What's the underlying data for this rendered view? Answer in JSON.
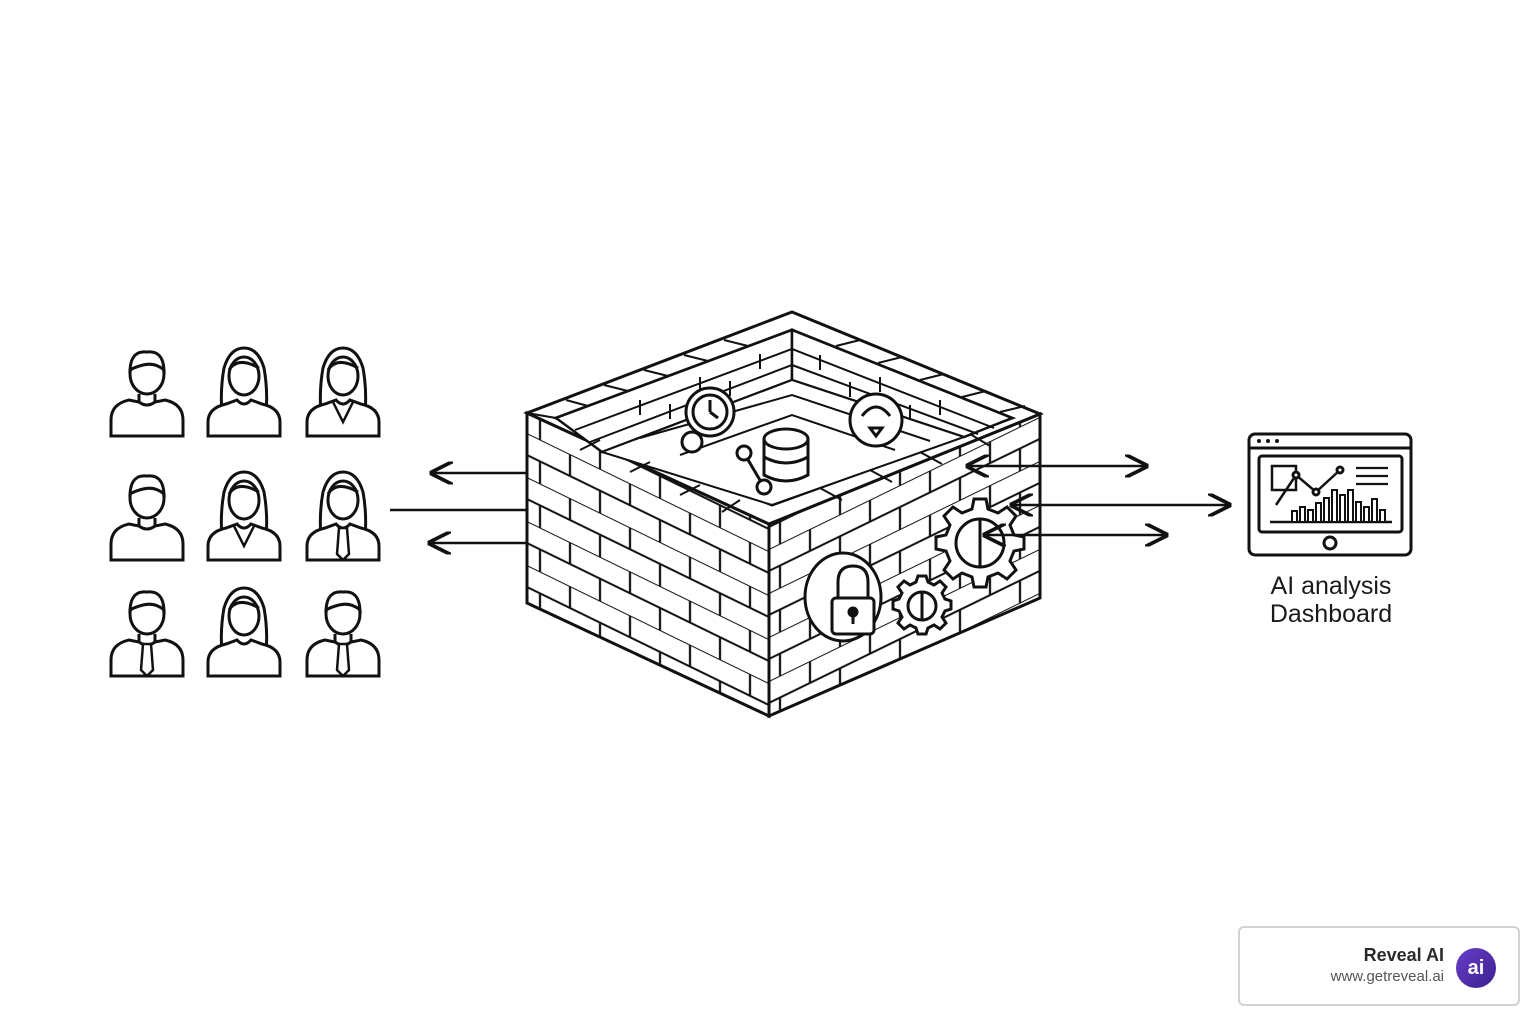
{
  "dashboard": {
    "label_line1": "AI analysis",
    "label_line2": "Dashboard"
  },
  "brand": {
    "name": "Reveal AI",
    "url": "www.getreveal.ai",
    "logo_text": "ai",
    "logo_color": "#4b2aa8"
  },
  "icons": [
    "person-icon",
    "wall-icon",
    "database-icon",
    "lock-icon",
    "gear-icon",
    "clock-icon",
    "dashboard-monitor-icon"
  ],
  "colors": {
    "line": "#111111",
    "background": "#ffffff"
  }
}
